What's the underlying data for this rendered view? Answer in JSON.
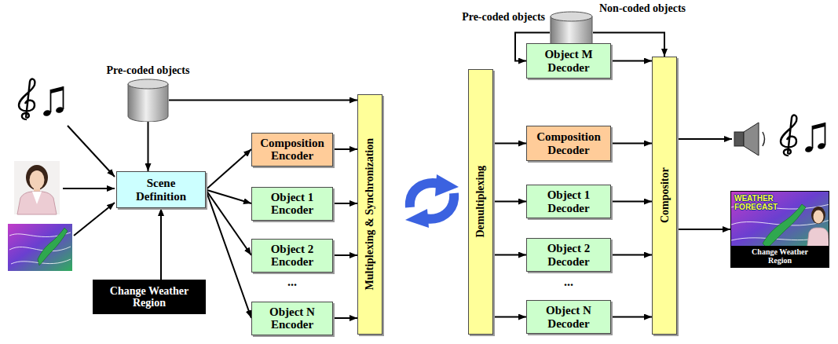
{
  "diagram": {
    "nodes": [
      {
        "text": [
          "Pre-coded objects"
        ]
      },
      {
        "text": [
          "Scene Definition"
        ]
      },
      {
        "text": [
          "Change Weather Region"
        ]
      },
      {
        "text": [
          "Composition Encoder"
        ]
      },
      {
        "text": [
          "Object 1 Encoder"
        ]
      },
      {
        "text": [
          "Object 2 Encoder"
        ]
      },
      {
        "text": [
          "Object N Encoder"
        ]
      },
      {
        "text": [
          "Multiplexing & Synchronization"
        ]
      },
      {
        "text": [
          "Pre-coded objects",
          "Non-coded objects"
        ]
      },
      {
        "text": [
          "Demultiplexing"
        ]
      },
      {
        "text": [
          "Object M Decoder"
        ]
      },
      {
        "text": [
          "Composition Decoder"
        ]
      },
      {
        "text": [
          "Object 1 Decoder"
        ]
      },
      {
        "text": [
          "Object 2 Decoder"
        ]
      },
      {
        "text": [
          "Object N Decoder"
        ]
      },
      {
        "text": [
          "Compositor"
        ]
      },
      {
        "text": [
          "WEATHER FORECAST",
          "Change Weather Region"
        ]
      }
    ],
    "edges": [
      {
        "from": 0,
        "to": 1,
        "arrow": "to"
      },
      {
        "from": 0,
        "to": 7,
        "arrow": "to"
      },
      {
        "from": 2,
        "to": 1,
        "arrow": "to"
      },
      {
        "from": 1,
        "to": 3,
        "arrow": "to"
      },
      {
        "from": 1,
        "to": 4,
        "arrow": "to"
      },
      {
        "from": 1,
        "to": 5,
        "arrow": "to"
      },
      {
        "from": 1,
        "to": 6,
        "arrow": "to"
      },
      {
        "from": 3,
        "to": 7,
        "arrow": "to"
      },
      {
        "from": 4,
        "to": 7,
        "arrow": "to"
      },
      {
        "from": 5,
        "to": 7,
        "arrow": "to"
      },
      {
        "from": 6,
        "to": 7,
        "arrow": "to"
      },
      {
        "from": 8,
        "to": 10,
        "arrow": "to"
      },
      {
        "from": 8,
        "to": 15,
        "arrow": "to"
      },
      {
        "from": 9,
        "to": 11,
        "arrow": "to"
      },
      {
        "from": 9,
        "to": 12,
        "arrow": "to"
      },
      {
        "from": 9,
        "to": 13,
        "arrow": "to"
      },
      {
        "from": 9,
        "to": 14,
        "arrow": "to"
      },
      {
        "from": 10,
        "to": 15,
        "arrow": "to"
      },
      {
        "from": 11,
        "to": 15,
        "arrow": "to"
      },
      {
        "from": 12,
        "to": 15,
        "arrow": "to"
      },
      {
        "from": 13,
        "to": 15,
        "arrow": "to"
      },
      {
        "from": 14,
        "to": 15,
        "arrow": "to"
      },
      {
        "from": 15,
        "to": 16,
        "arrow": "to"
      }
    ],
    "labels": [
      "...",
      "..."
    ]
  }
}
